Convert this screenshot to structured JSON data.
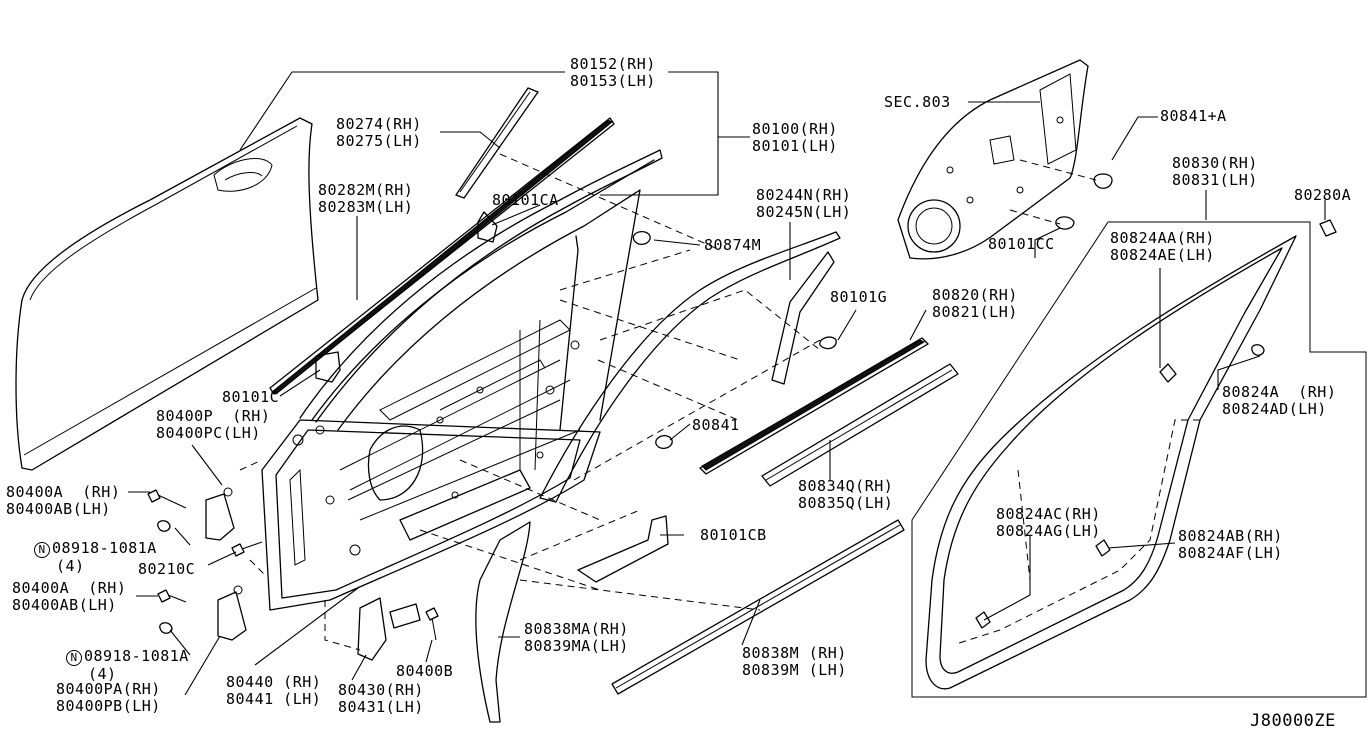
{
  "figure_id": "J80000ZE",
  "callouts": {
    "c80152": [
      "80152(RH)",
      "80153(LH)"
    ],
    "c80274": [
      "80274(RH)",
      "80275(LH)"
    ],
    "c80282M": [
      "80282M(RH)",
      "80283M(LH)"
    ],
    "c80101CA": [
      "80101CA"
    ],
    "c80100": [
      "80100(RH)",
      "80101(LH)"
    ],
    "c80874M": [
      "80874M"
    ],
    "c80244N": [
      "80244N(RH)",
      "80245N(LH)"
    ],
    "c80101G": [
      "80101G"
    ],
    "c80820": [
      "80820(RH)",
      "80821(LH)"
    ],
    "c80101C": [
      "80101C"
    ],
    "c80400P": [
      "80400P  (RH)",
      "80400PC(LH)"
    ],
    "c80841": [
      "80841"
    ],
    "c80834Q": [
      "80834Q(RH)",
      "80835Q(LH)"
    ],
    "c80400A_top": [
      "80400A  (RH)",
      "80400AB(LH)"
    ],
    "c08918_top": [
      "08918-1081A",
      "(4)"
    ],
    "c80210C": [
      "80210C"
    ],
    "c80101CB": [
      "80101CB"
    ],
    "c80400A_bot": [
      "80400A  (RH)",
      "80400AB(LH)"
    ],
    "c08918_bot": [
      "08918-1081A",
      "(4)"
    ],
    "c80400PA": [
      "80400PA(RH)",
      "80400PB(LH)"
    ],
    "c80440": [
      "80440 (RH)",
      "80441 (LH)"
    ],
    "c80430": [
      "80430(RH)",
      "80431(LH)"
    ],
    "c80400B": [
      "80400B"
    ],
    "c80838MA": [
      "80838MA(RH)",
      "80839MA(LH)"
    ],
    "c80838M": [
      "80838M (RH)",
      "80839M (LH)"
    ],
    "cSEC803": [
      "SEC.803"
    ],
    "c80841A": [
      "80841+A"
    ],
    "c80830": [
      "80830(RH)",
      "80831(LH)"
    ],
    "c80280A": [
      "80280A"
    ],
    "c80101CC": [
      "80101CC"
    ],
    "c80824AA": [
      "80824AA(RH)",
      "80824AE(LH)"
    ],
    "c80824A": [
      "80824A  (RH)",
      "80824AD(LH)"
    ],
    "c80824AC": [
      "80824AC(RH)",
      "80824AG(LH)"
    ],
    "c80824AB": [
      "80824AB(RH)",
      "80824AF(LH)"
    ]
  },
  "nut_badge_letter": "N"
}
